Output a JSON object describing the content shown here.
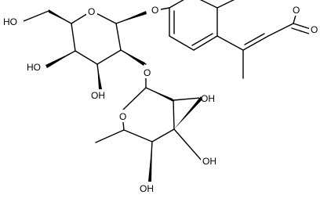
{
  "labels": {
    "ho_ch2oh": "HO",
    "o_ring1": "O",
    "o_glyco1": "O",
    "o_coumarin_ring": "O",
    "o_carbonyl": "O",
    "ho_c4_gal": "HO",
    "oh_c3_gal": "OH",
    "o_glyco2": "O",
    "o_ring2": "O",
    "oh_fuc_c2": "OH",
    "oh_fuc_c3": "OH",
    "oh_fuc_c4": "OH"
  }
}
